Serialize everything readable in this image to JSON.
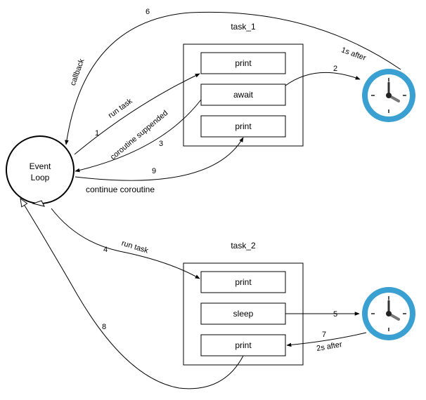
{
  "event_loop": {
    "line1": "Event",
    "line2": "Loop"
  },
  "task_1": {
    "title": "task_1",
    "steps": [
      "print",
      "await",
      "print"
    ]
  },
  "task_2": {
    "title": "task_2",
    "steps": [
      "print",
      "sleep",
      "print"
    ]
  },
  "clocks": {
    "top": {
      "icon": "clock-icon",
      "color": "#3a9fd1"
    },
    "bottom": {
      "icon": "clock-icon",
      "color": "#3a9fd1"
    }
  },
  "edges": {
    "e1": {
      "num": "1",
      "label": "run task"
    },
    "e2": {
      "num": "2",
      "label": "1s after"
    },
    "e3": {
      "num": "3",
      "label": "coroutine suppended"
    },
    "e4": {
      "num": "4",
      "label": "run task"
    },
    "e5": {
      "num": "5"
    },
    "e6": {
      "num": "6",
      "label": "callback"
    },
    "e7": {
      "num": "7",
      "label": "2s after"
    },
    "e8": {
      "num": "8"
    },
    "e9": {
      "num": "9",
      "label": "continue coroutine"
    }
  }
}
